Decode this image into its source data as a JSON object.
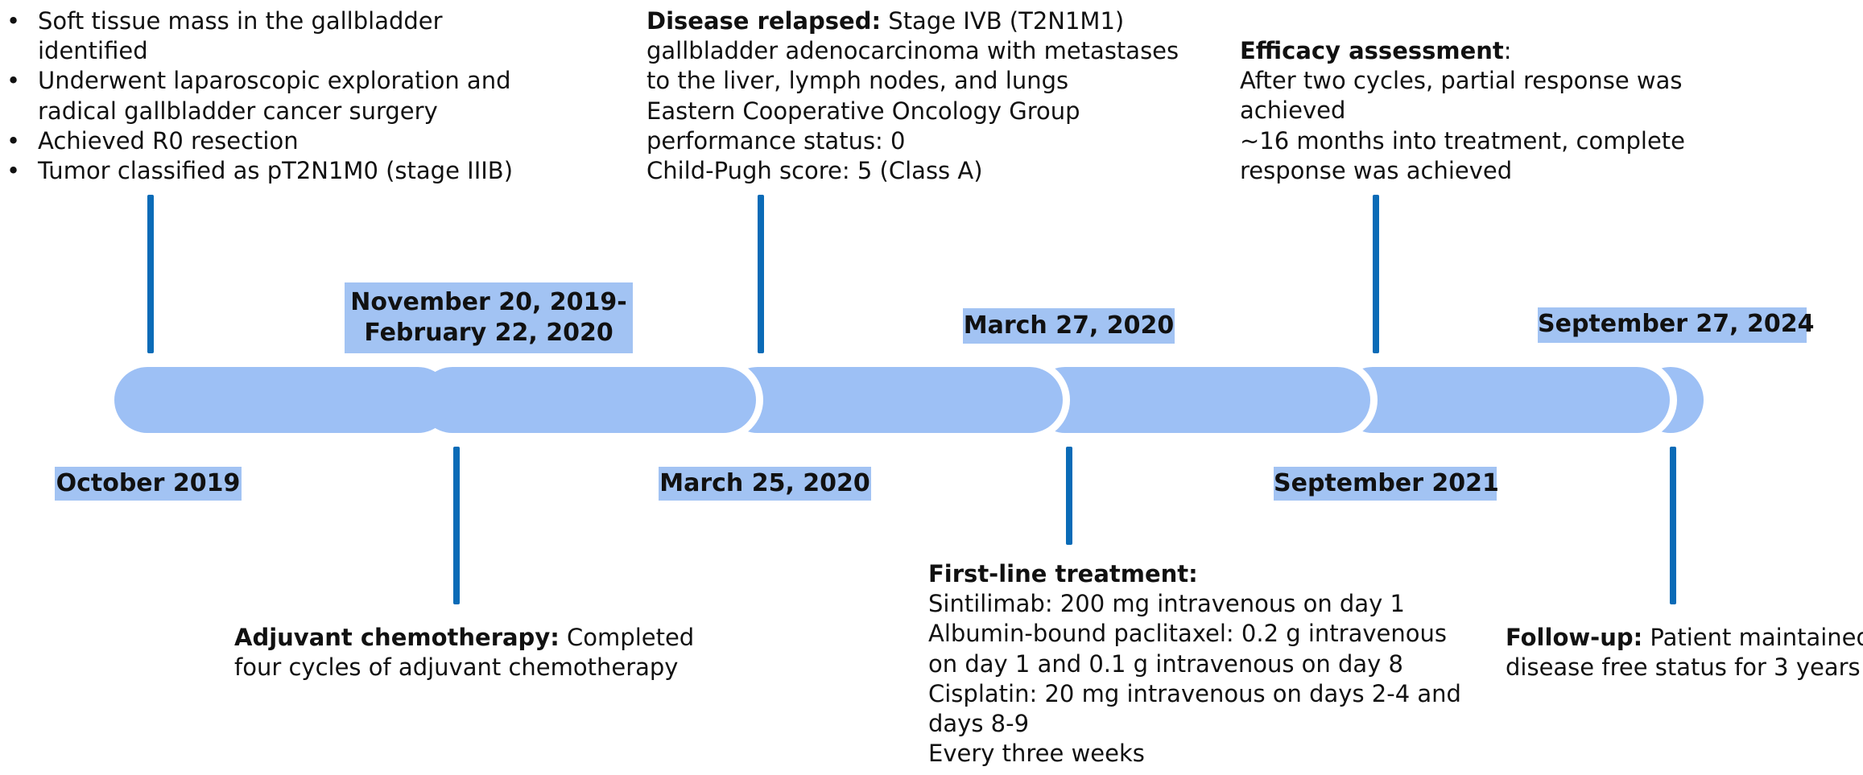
{
  "colors": {
    "band": "#9dc0f5",
    "label": "#a2c3f3",
    "tick": "#0a6bb7"
  },
  "dates": {
    "oct_2019": "October 2019",
    "nov_2019_line1": "November 20, 2019-",
    "nov_2019_line2": "February 22, 2020",
    "mar25_2020": "March 25, 2020",
    "mar27_2020": "March 27, 2020",
    "sep_2021": "September 2021",
    "sep_2024": "September 27, 2024"
  },
  "events": {
    "initial": {
      "bullets": [
        "Soft tissue mass in the gallbladder",
        "identified",
        "Underwent laparoscopic exploration and",
        "radical gallbladder cancer surgery",
        "Achieved R0 resection",
        "Tumor classified as pT2N1M0 (stage IIIB)"
      ]
    },
    "adjuvant": {
      "heading": "Adjuvant chemotherapy:",
      "line1": "Completed",
      "line2": "four cycles of adjuvant chemotherapy"
    },
    "relapse": {
      "heading": "Disease relapsed:",
      "line1": "Stage IVB (T2N1M1)",
      "line2": "gallbladder adenocarcinoma with metastases",
      "line3": "to the liver, lymph nodes, and lungs",
      "line4": "Eastern Cooperative Oncology Group",
      "line5": "performance status: 0",
      "line6": "Child-Pugh score: 5 (Class A)"
    },
    "first_line": {
      "heading": "First-line treatment:",
      "line1": "Sintilimab: 200 mg intravenous on day 1",
      "line2": "Albumin-bound paclitaxel: 0.2 g intravenous",
      "line3": "on day 1 and 0.1 g intravenous on day 8",
      "line4": "Cisplatin: 20 mg intravenous on days 2-4 and",
      "line5": "days 8-9",
      "line6": "Every three weeks"
    },
    "efficacy": {
      "heading": "Efficacy assessment",
      "colon": ":",
      "line1": "After two cycles, partial response was",
      "line2": "achieved",
      "line3": "~16 months into treatment, complete",
      "line4": "response was achieved"
    },
    "followup": {
      "heading": "Follow-up:",
      "line1": "Patient maintained",
      "line2": "disease free status for 3 years"
    }
  }
}
